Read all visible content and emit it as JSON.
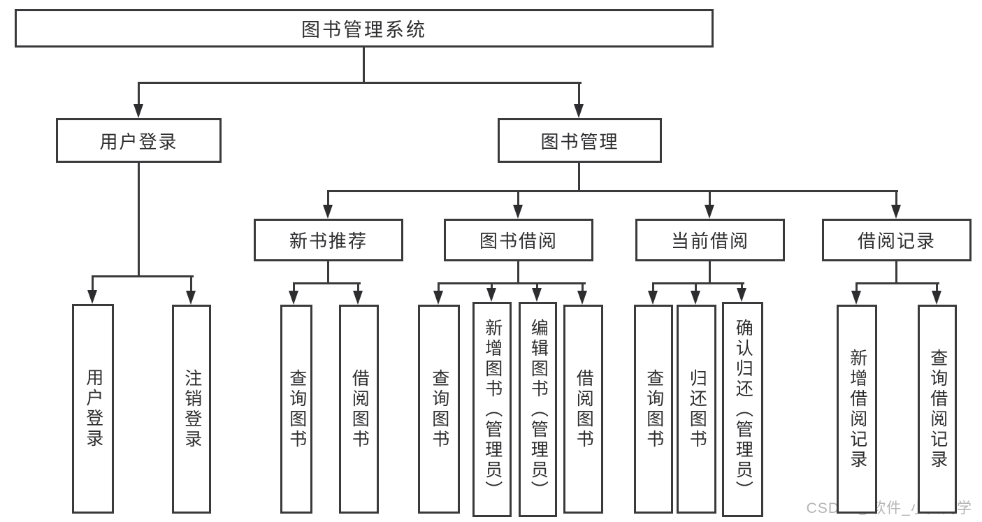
{
  "diagram": {
    "title": "图书管理系统",
    "nodes": [
      {
        "id": "root",
        "label": "图书管理系统",
        "parent": null,
        "level": 1
      },
      {
        "id": "user-login",
        "label": "用户登录",
        "parent": "root",
        "level": 2
      },
      {
        "id": "book-mgmt",
        "label": "图书管理",
        "parent": "root",
        "level": 2
      },
      {
        "id": "new-book-rec",
        "label": "新书推荐",
        "parent": "book-mgmt",
        "level": 3
      },
      {
        "id": "book-borrow",
        "label": "图书借阅",
        "parent": "book-mgmt",
        "level": 3
      },
      {
        "id": "current-borrow",
        "label": "当前借阅",
        "parent": "book-mgmt",
        "level": 3
      },
      {
        "id": "borrow-records",
        "label": "借阅记录",
        "parent": "book-mgmt",
        "level": 3
      },
      {
        "id": "leaf-user-login",
        "label": "用户登录",
        "parent": "user-login",
        "level": 4
      },
      {
        "id": "leaf-logout",
        "label": "注销登录",
        "parent": "user-login",
        "level": 4
      },
      {
        "id": "leaf-query-book-1",
        "label": "查询图书",
        "parent": "new-book-rec",
        "level": 4
      },
      {
        "id": "leaf-borrow-book-1",
        "label": "借阅图书",
        "parent": "new-book-rec",
        "level": 4
      },
      {
        "id": "leaf-query-book-2",
        "label": "查询图书",
        "parent": "book-borrow",
        "level": 4
      },
      {
        "id": "leaf-add-book",
        "label": "新增图书（管理员）",
        "parent": "book-borrow",
        "level": 4
      },
      {
        "id": "leaf-edit-book",
        "label": "编辑图书（管理员）",
        "parent": "book-borrow",
        "level": 4
      },
      {
        "id": "leaf-borrow-book-2",
        "label": "借阅图书",
        "parent": "book-borrow",
        "level": 4
      },
      {
        "id": "leaf-query-book-3",
        "label": "查询图书",
        "parent": "current-borrow",
        "level": 4
      },
      {
        "id": "leaf-return-book",
        "label": "归还图书",
        "parent": "current-borrow",
        "level": 4
      },
      {
        "id": "leaf-confirm-return",
        "label": "确认归还（管理员）",
        "parent": "current-borrow",
        "level": 4
      },
      {
        "id": "leaf-add-record",
        "label": "新增借阅记录",
        "parent": "borrow-records",
        "level": 4
      },
      {
        "id": "leaf-query-record",
        "label": "查询借阅记录",
        "parent": "borrow-records",
        "level": 4
      }
    ],
    "watermark": "CSDN @软件_小贺同学",
    "colors": {
      "line": "#3a3a3c",
      "box_border": "#3a3a3c",
      "text": "#2e2e30",
      "arrow": "#2d2d2f",
      "watermark": "#b4b5b7",
      "background": "#ffffff"
    }
  }
}
